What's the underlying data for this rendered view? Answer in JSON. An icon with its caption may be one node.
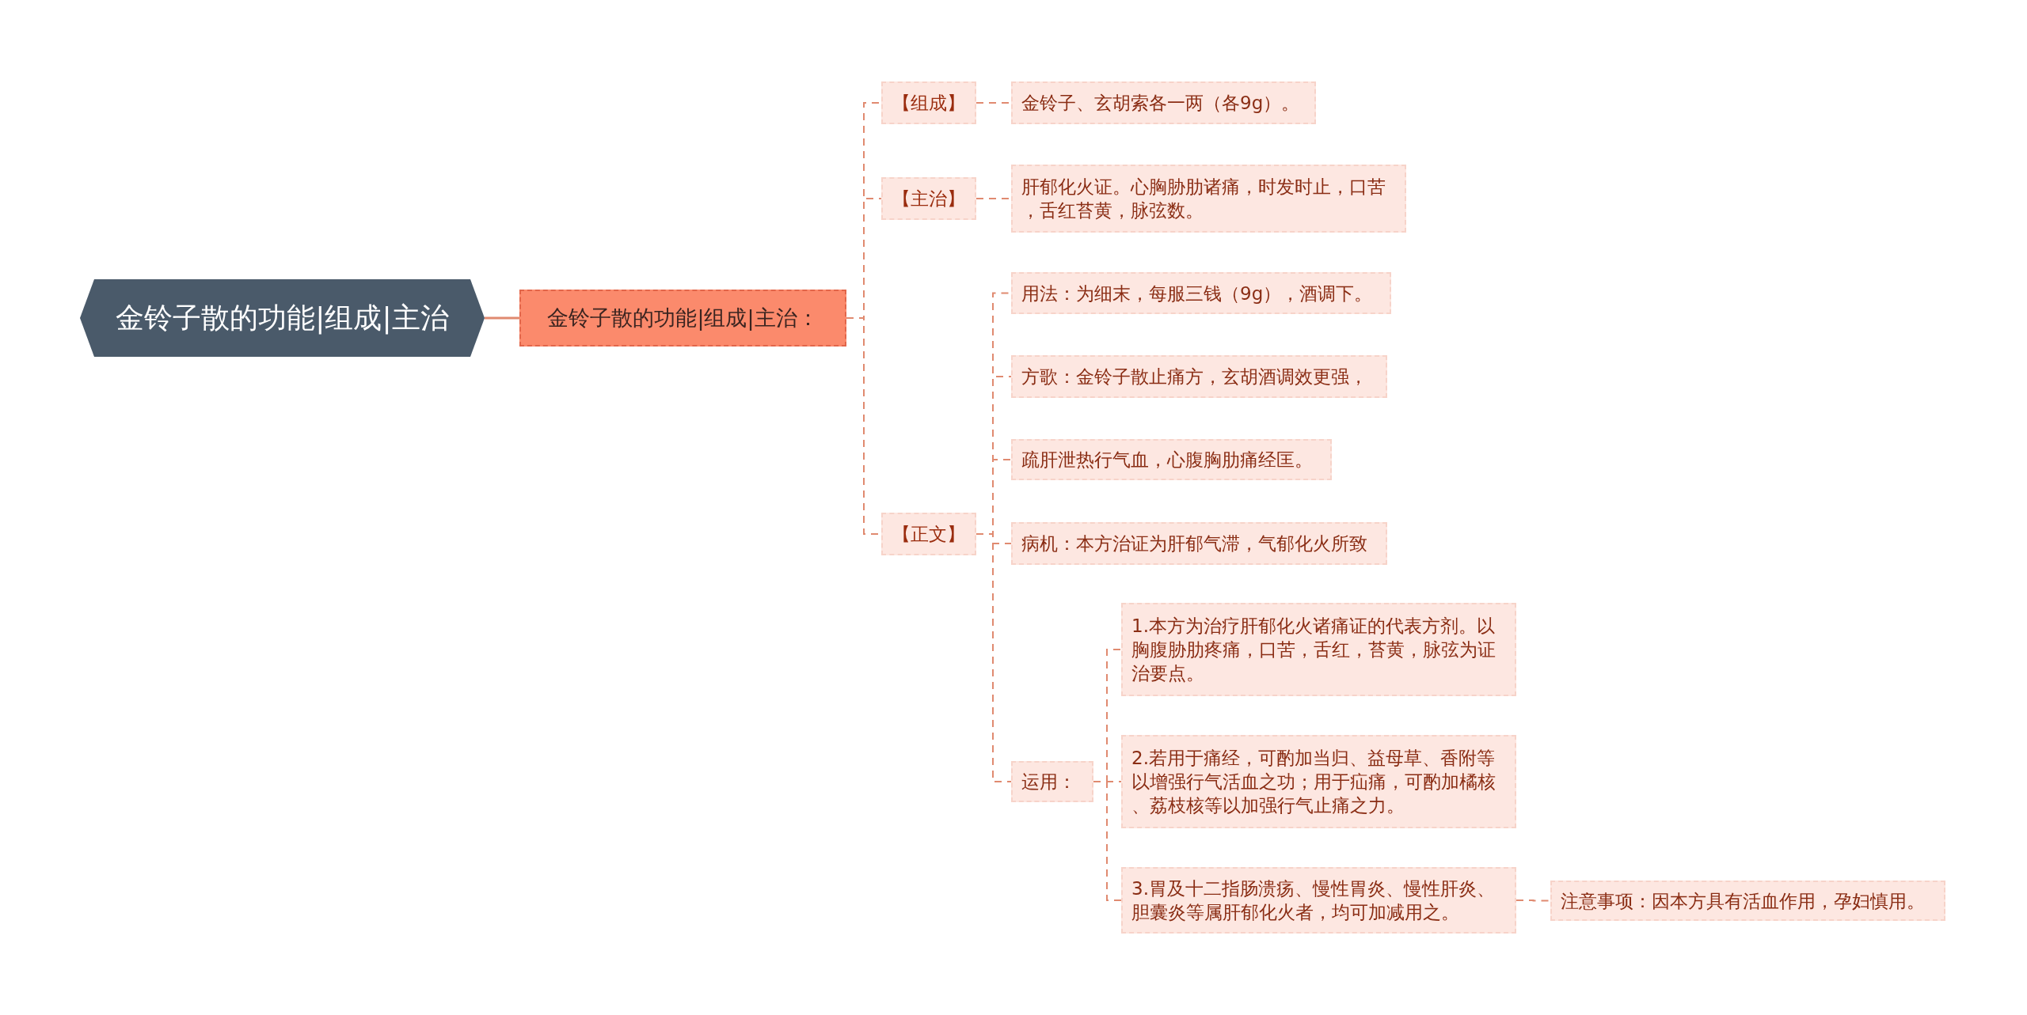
{
  "diagram": {
    "nodes": [
      {
        "text": [
          "金铃子散的功能|组成|主治"
        ]
      },
      {
        "text": [
          "金铃子散的功能|组成|主治："
        ]
      },
      {
        "text": [
          "【组成】"
        ]
      },
      {
        "text": [
          "金铃子、玄胡索各一两（各9g）。"
        ]
      },
      {
        "text": [
          "【主治】"
        ]
      },
      {
        "text": [
          "肝郁化火证。心胸胁肋诸痛，时发时止，口苦，舌红苔黄，脉弦数。"
        ]
      },
      {
        "text": [
          "【正文】"
        ]
      },
      {
        "text": [
          "用法：为细末，每服三钱（9g），酒调下。"
        ]
      },
      {
        "text": [
          "方歌：金铃子散止痛方，玄胡酒调效更强，"
        ]
      },
      {
        "text": [
          "疏肝泄热行气血，心腹胸肋痛经匡。"
        ]
      },
      {
        "text": [
          "病机：本方治证为肝郁气滞，气郁化火所致"
        ]
      },
      {
        "text": [
          "运用："
        ]
      },
      {
        "text": [
          "1.本方为治疗肝郁化火诸痛证的代表方剂。以胸腹胁肋疼痛，口苦，舌红，苔黄，脉弦为证治要点。"
        ]
      },
      {
        "text": [
          "2.若用于痛经，可酌加当归、益母草、香附等以增强行气活血之功；用于疝痛，可酌加橘核、荔枝核等以加强行气止痛之力。"
        ]
      },
      {
        "text": [
          "3.胃及十二指肠溃疡、慢性胃炎、慢性肝炎、胆囊炎等属肝郁化火者，均可加减用之。"
        ]
      },
      {
        "text": [
          "注意事项：因本方具有活血作用，孕妇慎用。"
        ]
      }
    ],
    "edges": [
      {
        "from": 0,
        "to": 1,
        "arrow": "none"
      },
      {
        "from": 1,
        "to": 2,
        "arrow": "none",
        "style": "dashed"
      },
      {
        "from": 1,
        "to": 4,
        "arrow": "none",
        "style": "dashed"
      },
      {
        "from": 1,
        "to": 6,
        "arrow": "none",
        "style": "dashed"
      },
      {
        "from": 2,
        "to": 3,
        "arrow": "none",
        "style": "dashed"
      },
      {
        "from": 4,
        "to": 5,
        "arrow": "none",
        "style": "dashed"
      },
      {
        "from": 6,
        "to": 7,
        "arrow": "none",
        "style": "dashed"
      },
      {
        "from": 6,
        "to": 8,
        "arrow": "none",
        "style": "dashed"
      },
      {
        "from": 6,
        "to": 9,
        "arrow": "none",
        "style": "dashed"
      },
      {
        "from": 6,
        "to": 10,
        "arrow": "none",
        "style": "dashed"
      },
      {
        "from": 6,
        "to": 11,
        "arrow": "none",
        "style": "dashed"
      },
      {
        "from": 11,
        "to": 12,
        "arrow": "none",
        "style": "dashed"
      },
      {
        "from": 11,
        "to": 13,
        "arrow": "none",
        "style": "dashed"
      },
      {
        "from": 11,
        "to": 14,
        "arrow": "none",
        "style": "dashed"
      },
      {
        "from": 14,
        "to": 15,
        "arrow": "none",
        "style": "dashed"
      }
    ]
  }
}
